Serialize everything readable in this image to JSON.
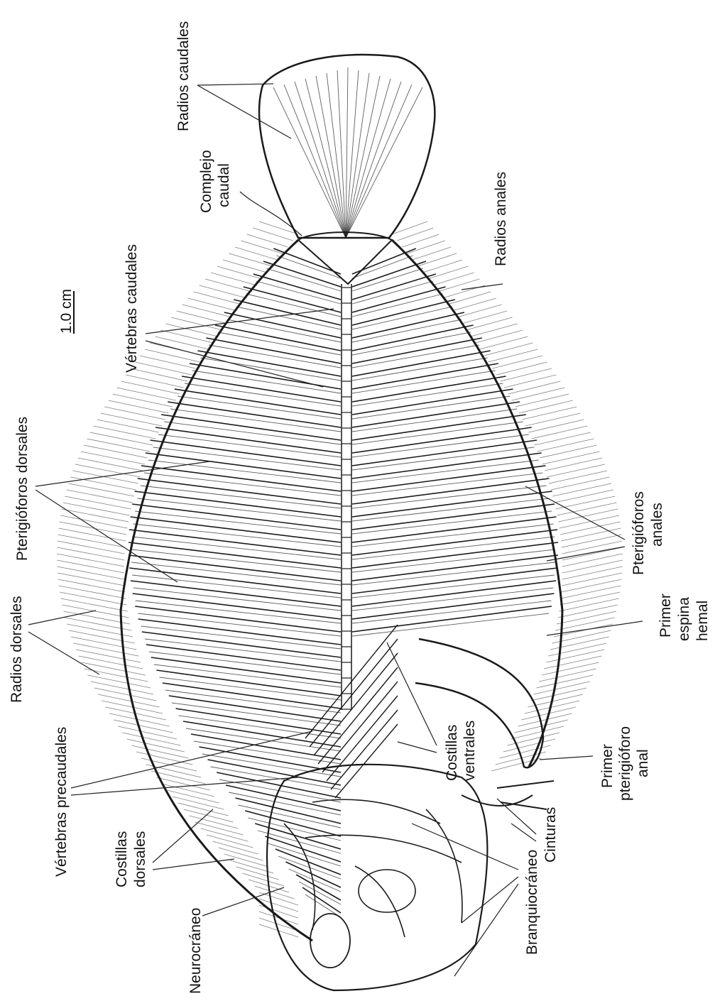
{
  "figure": {
    "labels": {
      "radios_caudales": "Radios caudales",
      "complejo_caudal_1": "Complejo",
      "complejo_caudal_2": "caudal",
      "radios_anales": "Radios anales",
      "vertebras_caudales": "Vértebras caudales",
      "scale_bar": "1.0 cm",
      "pterigioforos_dorsales": "Pterigióforos dorsales",
      "pterigioforos_anales_1": "Pterigióforos",
      "pterigioforos_anales_2": "anales",
      "radios_dorsales": "Radios dorsales",
      "primer_espina_hemal_1": "Primer",
      "primer_espina_hemal_2": "espina",
      "primer_espina_hemal_3": "hemal",
      "vertebras_precaudales": "Vértebras precaudales",
      "costillas_ventrales_1": "Costillas",
      "costillas_ventrales_2": "ventrales",
      "primer_pterigioforo_anal_1": "Primer",
      "primer_pterigioforo_anal_2": "pterigióforo",
      "primer_pterigioforo_anal_3": "anal",
      "costillas_dorsales_1": "Costillas",
      "costillas_dorsales_2": "dorsales",
      "cinturas": "Cinturas",
      "branquiocraneo": "Branquiocráneo",
      "neurocraneo": "Neurocráneo"
    },
    "colors": {
      "ink": "#1a1a1a",
      "background": "#ffffff"
    }
  }
}
